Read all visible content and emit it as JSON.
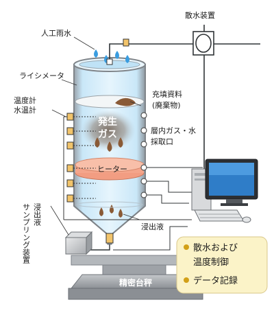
{
  "labels": {
    "artificial_rain": "人工雨水",
    "sprinkler": "散水装置",
    "lysimeter": "ライシメータ",
    "thermo_line1": "温度計",
    "thermo_line2": "水温計",
    "fill_line1": "充填資料",
    "fill_line2": "(廃棄物)",
    "gas_line1": "発生",
    "gas_line2": "ガス",
    "sampling_line1": "層内ガス・水",
    "sampling_line2": "採取口",
    "heater": "ヒーター",
    "leachate": "浸出液",
    "sampler_col1": "浸出液",
    "sampler_col2": "サンプリング装置",
    "scale": "精密台秤"
  },
  "control_box": {
    "items": [
      "散水および",
      "温度制御",
      "データ記録"
    ]
  },
  "colors": {
    "column_fill": "#d3ecfb",
    "column_edge": "#8f9296",
    "heater": "#f4a58b",
    "waste": "#8a5a36",
    "gas_text": "#ffffff",
    "control_box_bg": "#fbf3c8",
    "bullet": "#d2a018",
    "connector": "#f2c46b"
  }
}
